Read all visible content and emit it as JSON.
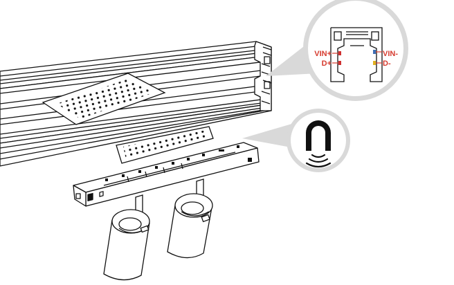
{
  "colors": {
    "line": "#111111",
    "callout_fill": "#d9d9d9",
    "label_red": "#d63b2f",
    "terminal_blue": "#3f6fb5",
    "terminal_yellow": "#e0b020",
    "terminal_red": "#cf3030"
  },
  "callouts": {
    "section": {
      "labels": {
        "vin_plus": "VIN+",
        "d_plus": "D+",
        "vin_minus": "VIN-",
        "d_minus": "D-"
      }
    },
    "magnet": {
      "icon": "magnet-icon"
    }
  },
  "parts": {
    "rail": "track-rail",
    "vent_plate_top": "perforated-plate",
    "vent_plate_bottom": "perforated-plate",
    "driver_module": "driver-box",
    "spotlights": [
      "spotlight",
      "spotlight"
    ]
  }
}
